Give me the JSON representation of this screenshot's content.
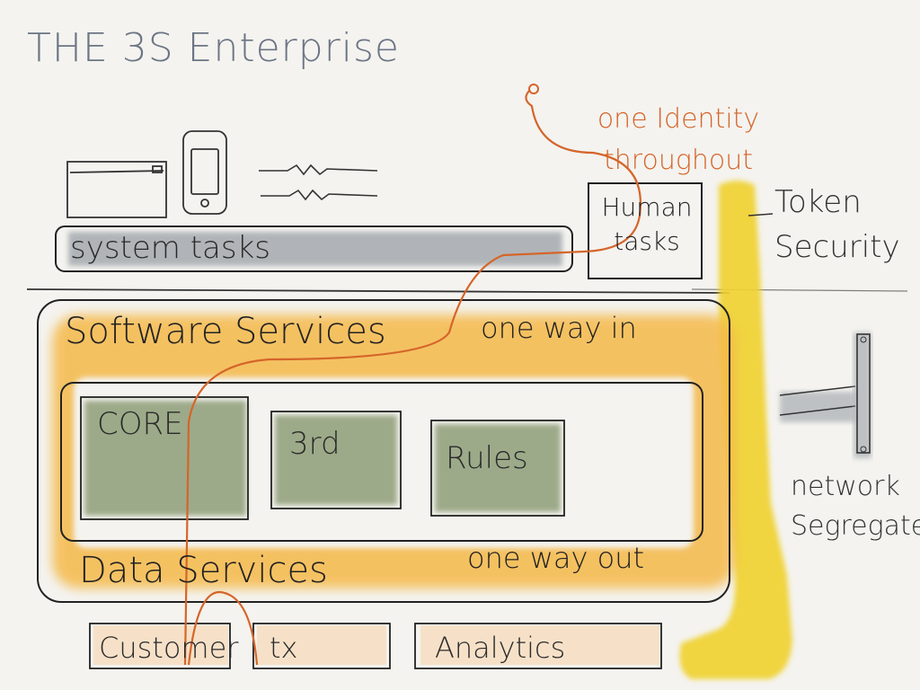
{
  "title": "THE 3S Enterprise",
  "colors": {
    "ink": "#222222",
    "orange_wash": "#f5b94a",
    "yellow_band": "#f0d233",
    "green_box": "#8f9e78",
    "grey_band": "#9aa0a6",
    "identity_line": "#d5652a"
  },
  "devices": {
    "desktop": "desktop-window-icon",
    "phone": "phone-icon",
    "signal": "signal-squiggle-icon"
  },
  "system_tasks": "system tasks",
  "human_tasks": {
    "line1": "Human",
    "line2": "tasks"
  },
  "token_security": {
    "line1": "Token",
    "line2": "Security"
  },
  "identity": {
    "line1": "one Identity",
    "line2": "throughout"
  },
  "software_services": "Software Services",
  "one_way_in": "one way in",
  "one_way_out": "one way out",
  "data_services": "Data Services",
  "core_boxes": [
    "CORE",
    "3rd",
    "Rules"
  ],
  "data_stores": [
    "Customer",
    "tx",
    "Analytics"
  ],
  "network": {
    "line1": "network",
    "line2": "Segregate"
  }
}
